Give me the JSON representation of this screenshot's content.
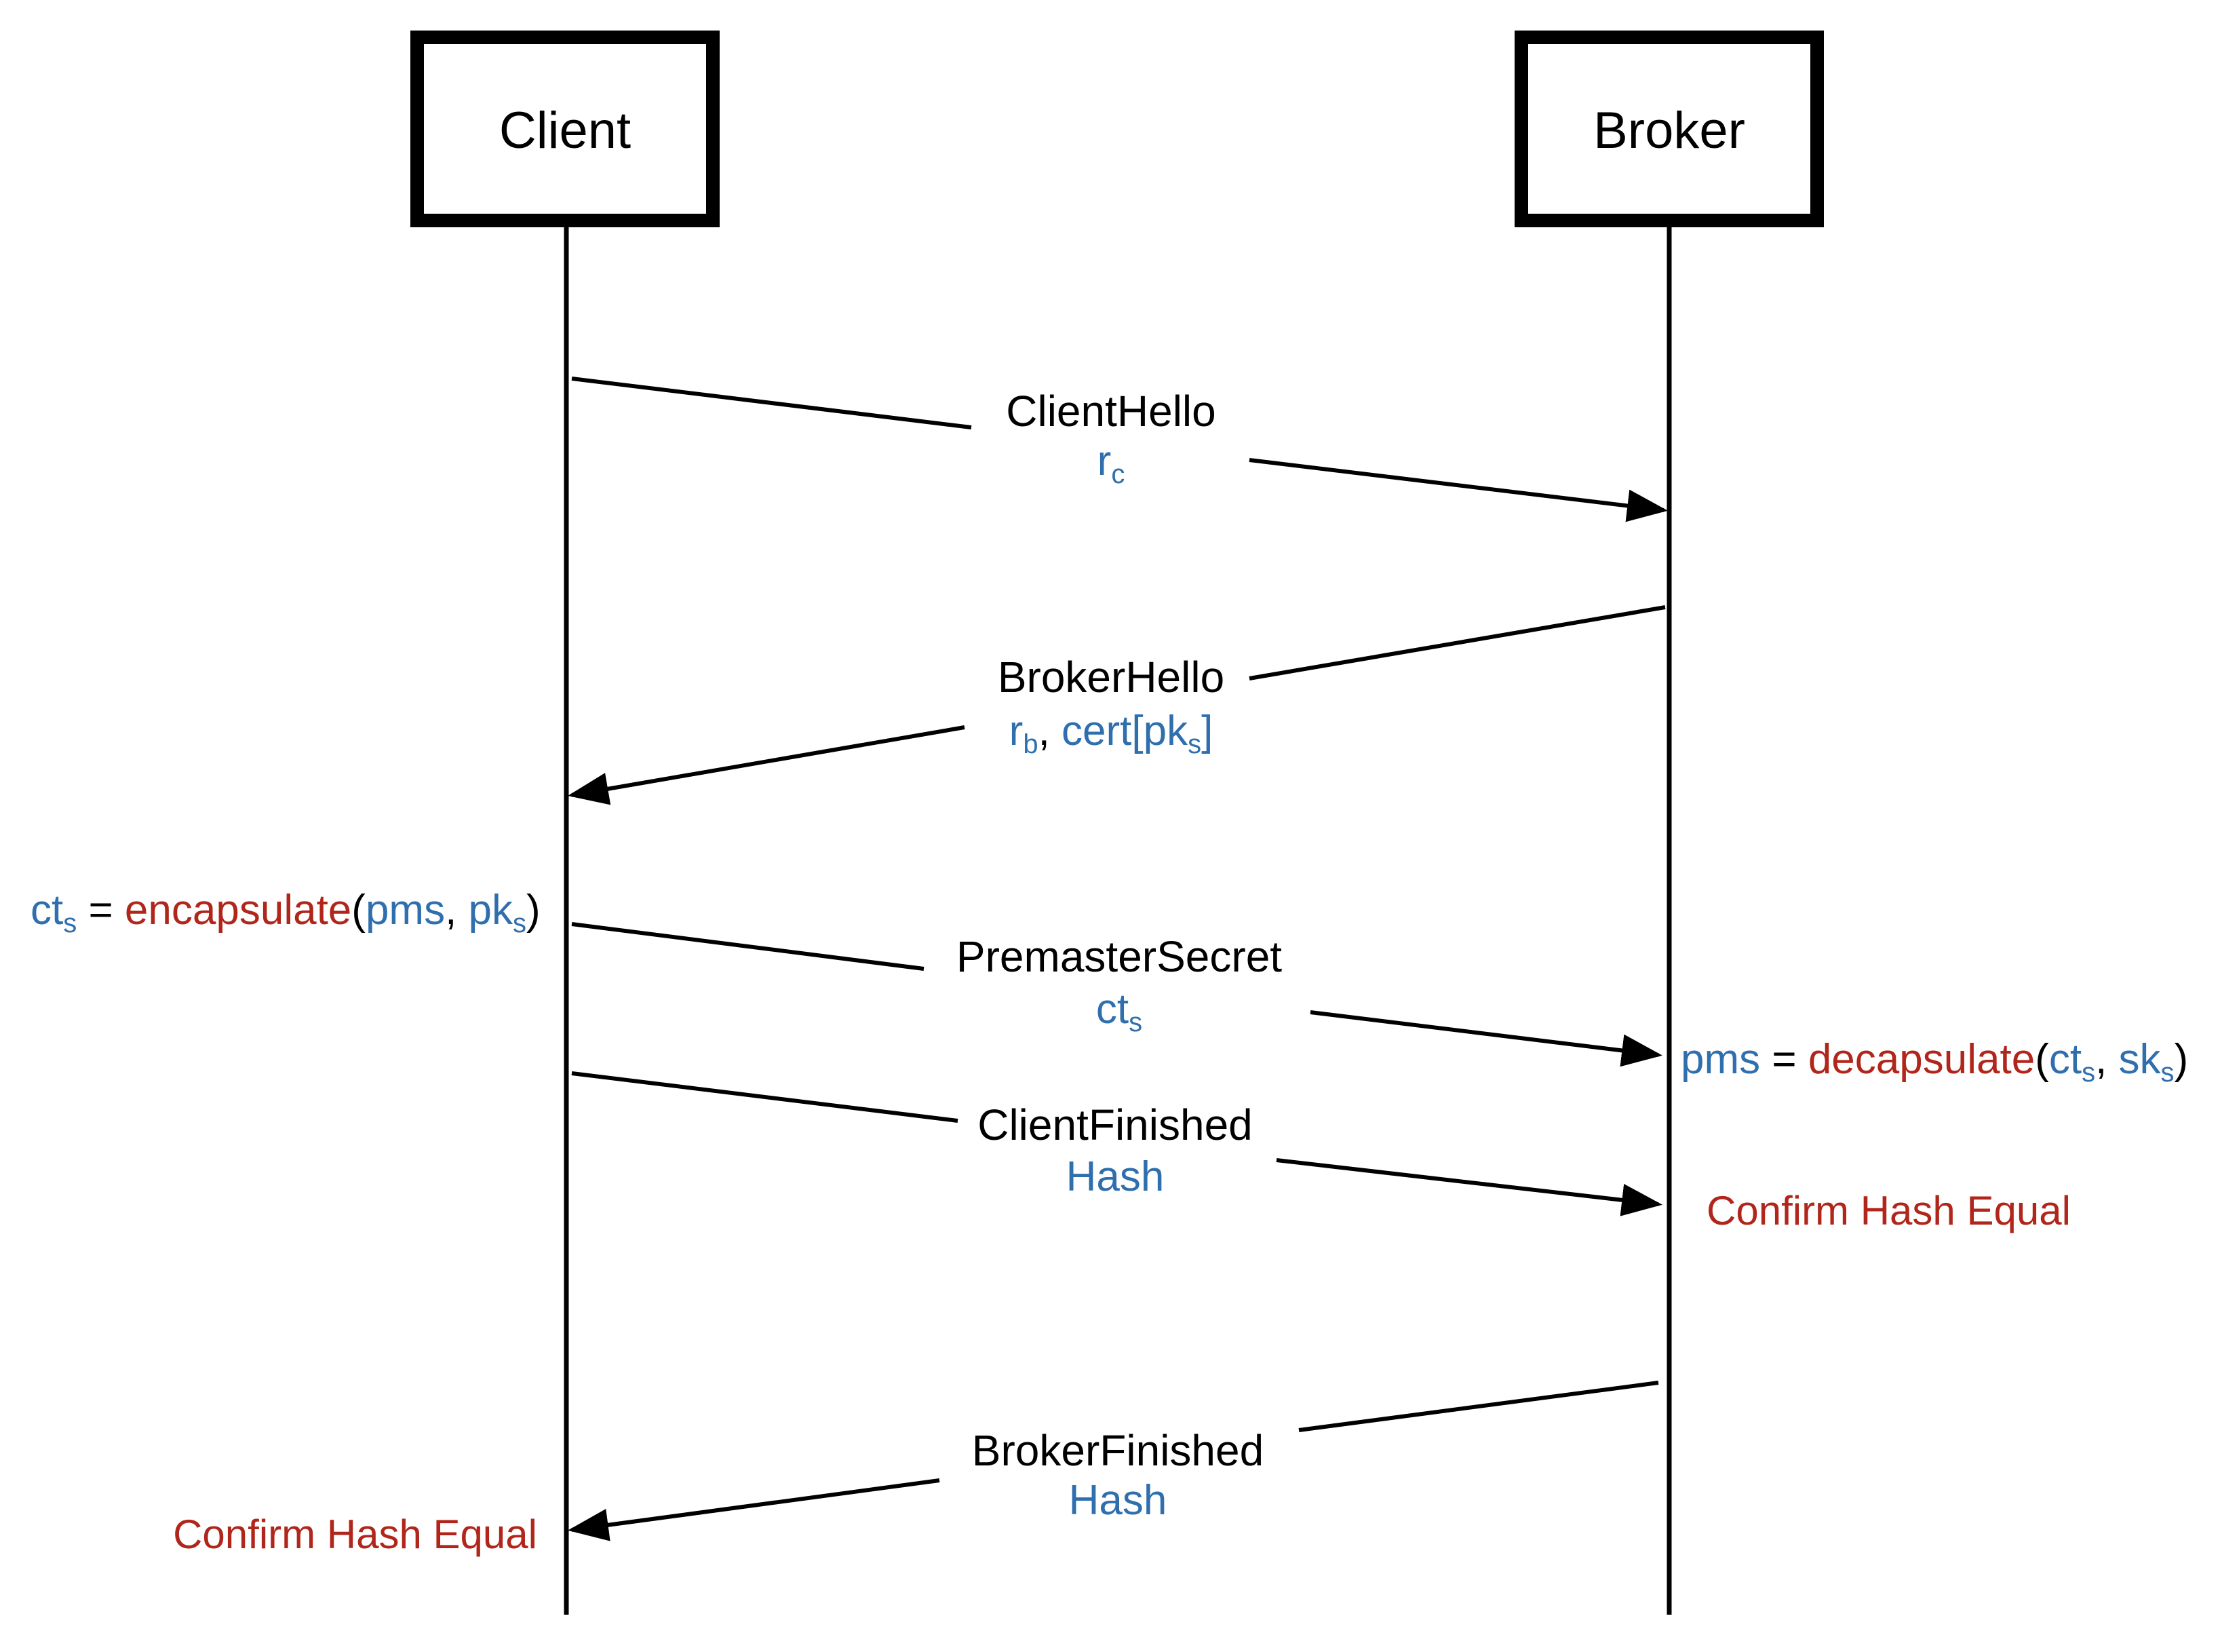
{
  "actors": {
    "client": "Client",
    "broker": "Broker"
  },
  "colors": {
    "variable": "#2f6fad",
    "function": "#b1261b",
    "text": "#000000"
  },
  "messages": {
    "client_hello": {
      "name": "ClientHello",
      "param_r": "r",
      "param_sub": "c"
    },
    "broker_hello": {
      "name": "BrokerHello",
      "p1": "r",
      "p1_sub": "b",
      "p_sep": ", ",
      "p2": "cert[pk",
      "p2_sub": "s",
      "p2_close": "]"
    },
    "premaster_secret": {
      "name": "PremasterSecret",
      "param": "ct",
      "param_sub": "s"
    },
    "client_finished": {
      "name": "ClientFinished",
      "param": "Hash"
    },
    "broker_finished": {
      "name": "BrokerFinished",
      "param": "Hash"
    }
  },
  "notes": {
    "encapsulate": {
      "ct": "ct",
      "ct_sub": "s",
      "eq": " = ",
      "fn": "encapsulate",
      "open": "(",
      "pms": "pms",
      "sep": ", ",
      "pk": "pk",
      "pk_sub": "s",
      "close": ")"
    },
    "decapsulate": {
      "pms": "pms",
      "eq": " = ",
      "fn": "decapsulate",
      "open": "(",
      "ct": "ct",
      "ct_sub": "s",
      "sep": ", ",
      "sk": "sk",
      "sk_sub": "s",
      "close": ")"
    },
    "broker_confirm": "Confirm Hash Equal",
    "client_confirm": "Confirm Hash Equal"
  }
}
